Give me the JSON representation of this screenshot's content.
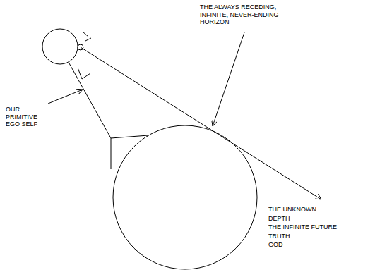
{
  "diagram": {
    "labels": [
      "THE ALWAYS RECEDING, INFINITE, NEVER-ENDING HORIZON",
      "OUR PRIMITIVE EGO SELF",
      "THE UNKNOWN",
      "DEPTH",
      "THE INFINITE FUTURE",
      "TRUTH",
      "GOD"
    ]
  }
}
